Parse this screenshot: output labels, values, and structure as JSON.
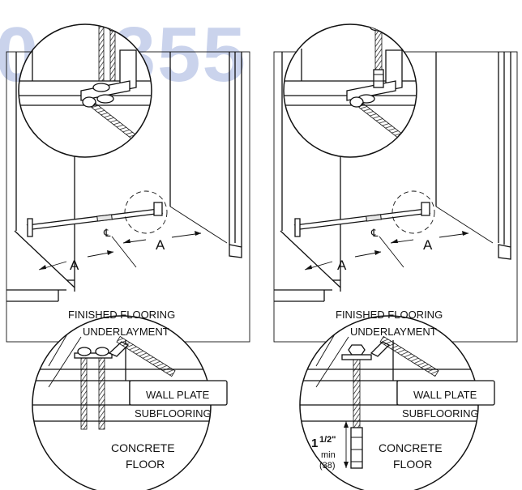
{
  "watermark": "0-3355",
  "left_panel": {
    "dimension_left": "A",
    "dimension_right": "A",
    "centerline": "℄",
    "labels": {
      "finished_flooring": "FINISHED FLOORING",
      "underlayment": "UNDERLAYMENT",
      "wall_plate": "WALL PLATE",
      "subflooring": "SUBFLOORING",
      "concrete_line1": "CONCRETE",
      "concrete_line2": "FLOOR"
    }
  },
  "right_panel": {
    "dimension_left": "A",
    "dimension_right": "A",
    "centerline": "℄",
    "labels": {
      "finished_flooring": "FINISHED FLOORING",
      "underlayment": "UNDERLAYMENT",
      "wall_plate": "WALL PLATE",
      "subflooring": "SUBFLOORING",
      "concrete_line1": "CONCRETE",
      "concrete_line2": "FLOOR"
    },
    "depth": {
      "whole": "1",
      "fraction": "1/2\"",
      "min_label": "min",
      "metric": "(38)"
    }
  }
}
